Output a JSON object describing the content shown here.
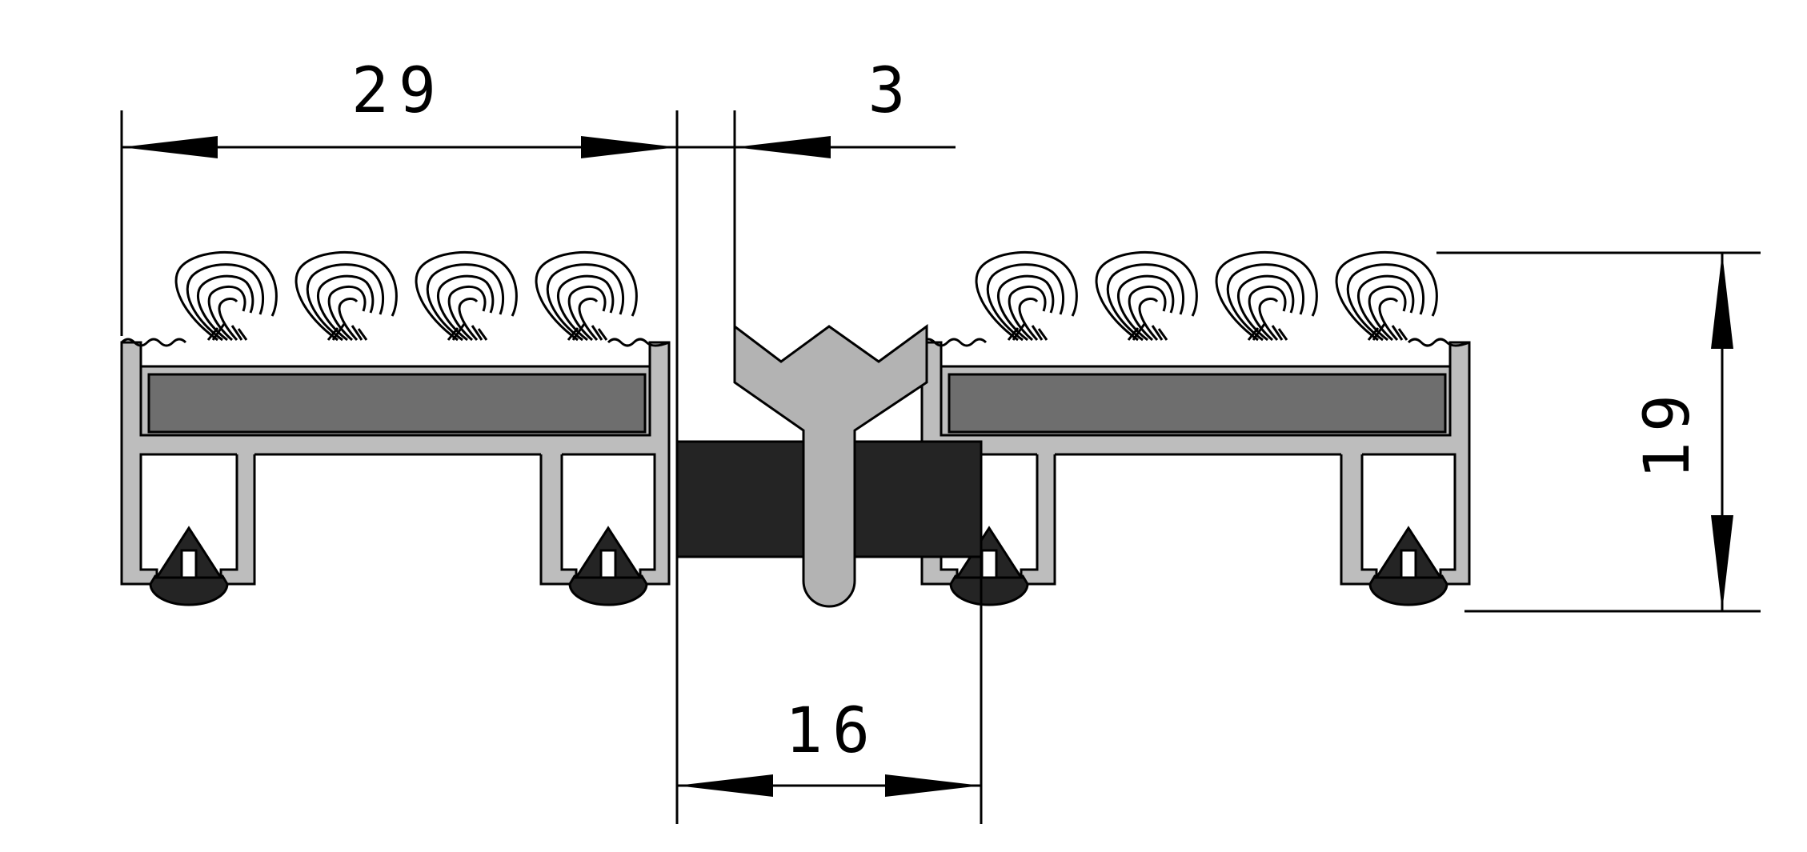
{
  "diagram": {
    "dimensions": {
      "module_width": "29",
      "gap": "3",
      "joint_width": "16",
      "height": "19"
    },
    "colors": {
      "aluminium": "#bdbdbd",
      "insert": "#6e6e6e",
      "rubber": "#242424",
      "connector": "#b3b3b3",
      "line": "#000000",
      "background": "#ffffff"
    }
  }
}
